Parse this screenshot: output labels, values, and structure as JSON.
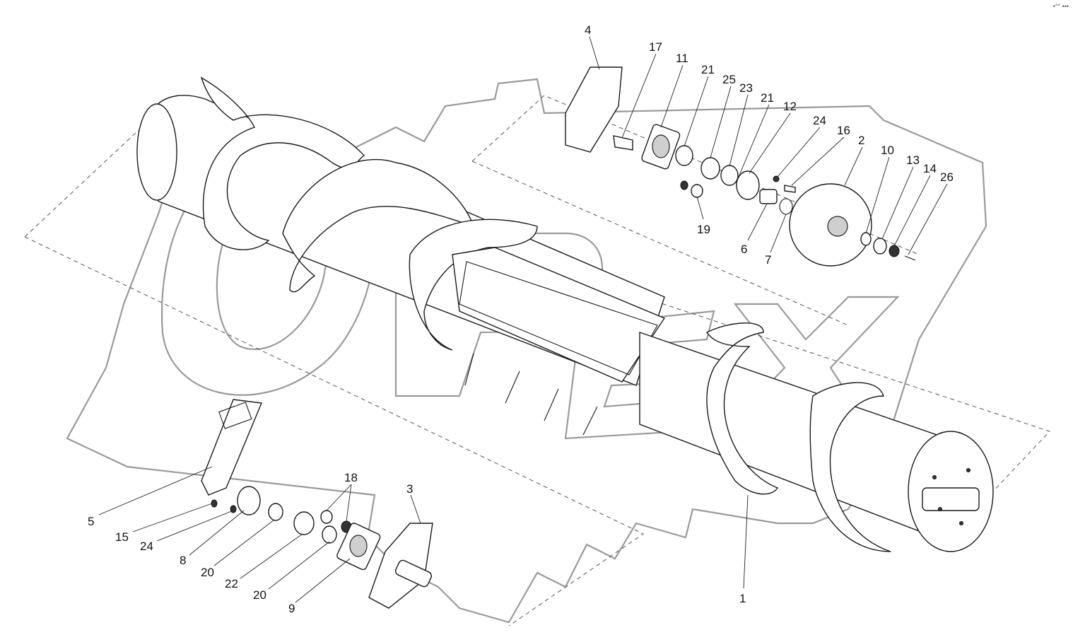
{
  "corner_mark": "•°° •••",
  "watermark": {
    "text": "OPEX",
    "gear_color": "#9a9a9a"
  },
  "callouts": [
    {
      "label": "4"
    },
    {
      "label": "17"
    },
    {
      "label": "11"
    },
    {
      "label": "21"
    },
    {
      "label": "25"
    },
    {
      "label": "23"
    },
    {
      "label": "21"
    },
    {
      "label": "12"
    },
    {
      "label": "24"
    },
    {
      "label": "16"
    },
    {
      "label": "2"
    },
    {
      "label": "10"
    },
    {
      "label": "13"
    },
    {
      "label": "14"
    },
    {
      "label": "26"
    },
    {
      "label": "19"
    },
    {
      "label": "6"
    },
    {
      "label": "7"
    },
    {
      "label": "18"
    },
    {
      "label": "3"
    },
    {
      "label": "5"
    },
    {
      "label": "15"
    },
    {
      "label": "24"
    },
    {
      "label": "8"
    },
    {
      "label": "20"
    },
    {
      "label": "22"
    },
    {
      "label": "20"
    },
    {
      "label": "9"
    },
    {
      "label": "1"
    }
  ]
}
